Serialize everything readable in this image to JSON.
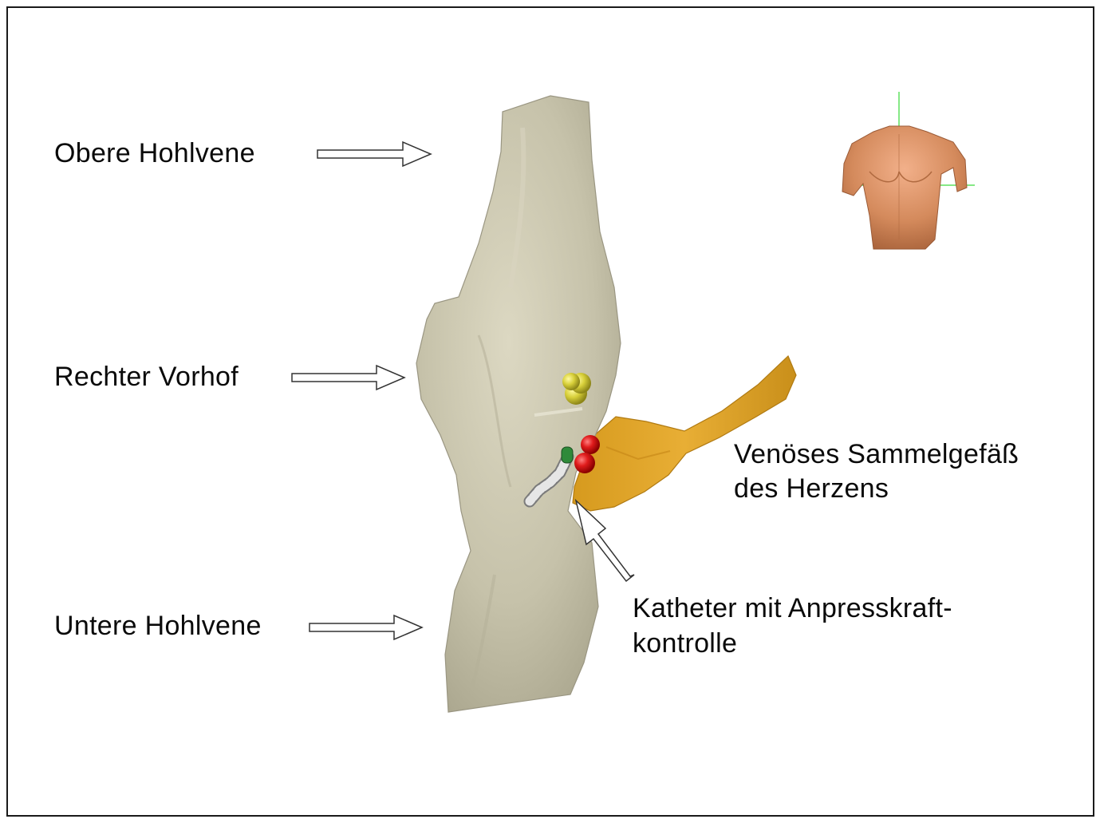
{
  "labels": {
    "obere_hohlvene": "Obere Hohlvene",
    "rechter_vorhof": "Rechter Vorhof",
    "untere_hohlvene": "Untere Hohlvene",
    "sinus_line1": "Venöses Sammelgefäß",
    "sinus_line2": "des Herzens",
    "catheter_line1": "Katheter mit Anpresskraft-",
    "catheter_line2": "kontrolle"
  },
  "colors": {
    "vein_tissue": "#c9c5ad",
    "coronary_sinus": "#e0a52a",
    "ablation_point_red": "#d41a1a",
    "ablation_point_yellow": "#d8d03a",
    "catheter_tip": "#2f8a3a",
    "torso": "#d9936a",
    "axis_green": "#5fe05f"
  }
}
